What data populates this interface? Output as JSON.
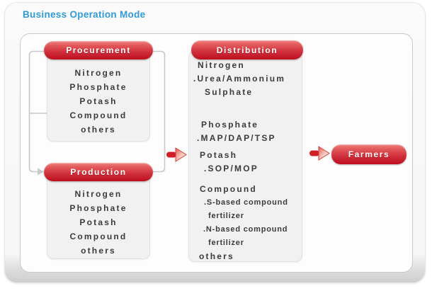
{
  "title": "Business Operation Mode",
  "colors": {
    "title_blue": "#2e9ad8",
    "node_red": "#c9182b",
    "box_gray": "#f1f1f1",
    "connector_gray": "#c8c8c8"
  },
  "procurement": {
    "label": "Procurement",
    "items": [
      "Nitrogen",
      "Phosphate",
      "Potash",
      "Compound",
      "others"
    ]
  },
  "production": {
    "label": "Production",
    "items": [
      "Nitrogen",
      "Phosphate",
      "Potash",
      "Compound",
      "others"
    ]
  },
  "distribution": {
    "label": "Distribution",
    "lines": [
      {
        "text": "Nitrogen",
        "type": "header"
      },
      {
        "text": ".Urea/Ammonium",
        "type": "sub"
      },
      {
        "text": "Sulphate",
        "type": "sub-continuation"
      },
      {
        "text": "Phosphate",
        "type": "header"
      },
      {
        "text": ".MAP/DAP/TSP",
        "type": "sub"
      },
      {
        "text": "Potash",
        "type": "header"
      },
      {
        "text": ".SOP/MOP",
        "type": "sub"
      },
      {
        "text": "Compound",
        "type": "header"
      },
      {
        "text": ".S-based compound",
        "type": "sub"
      },
      {
        "text": "fertilizer",
        "type": "sub-continuation"
      },
      {
        "text": ".N-based compound",
        "type": "sub"
      },
      {
        "text": "fertilizer",
        "type": "sub-continuation"
      },
      {
        "text": "others",
        "type": "header"
      }
    ]
  },
  "farmers": {
    "label": "Farmers"
  },
  "icons": {
    "flow_arrow": "red-3d-arrow-right",
    "loop_arrow": "gray-arrow-right"
  }
}
